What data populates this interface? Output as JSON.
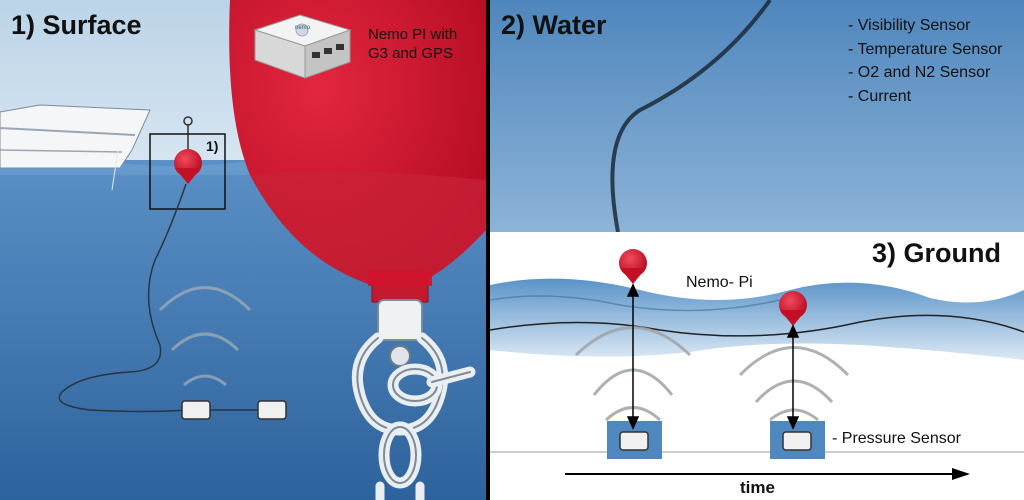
{
  "panels": {
    "surface": {
      "title": "1) Surface",
      "box_marker": "1)",
      "device_caption_line1": "Nemo PI with",
      "device_caption_line2": "G3 and GPS",
      "device_badge": "nemo"
    },
    "water": {
      "title": "2) Water",
      "sensors": [
        "- Visibility Sensor",
        "- Temperature Sensor",
        "- O2 and N2 Sensor",
        "- Current"
      ]
    },
    "ground": {
      "title": "3) Ground",
      "buoy_label": "Nemo- Pi",
      "pressure_label": "- Pressure Sensor",
      "time_label": "time"
    }
  },
  "colors": {
    "sky": "#c9dcea",
    "water_surface": "#5a8fc4",
    "water_deep": "#2e659f",
    "buoy_red": "#d2142c",
    "divider": "#000000",
    "ground_bg": "#ffffff",
    "sensor_box": "#4f88bf"
  },
  "icons": [
    "buoy-icon",
    "pressure-sensor-icon",
    "raspberry-pi-case-icon",
    "chain-shackle-icon",
    "boat-icon",
    "signal-arc-icon"
  ]
}
